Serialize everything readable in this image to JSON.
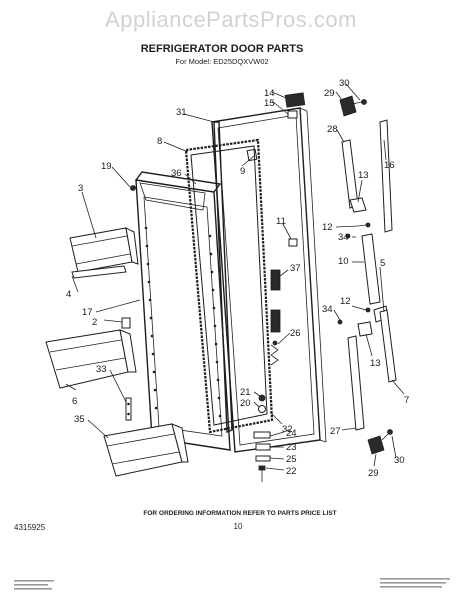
{
  "watermark": "AppliancePartsPros.com",
  "title": "REFRIGERATOR DOOR PARTS",
  "model_line": "For Model: ED25DQXVW02",
  "footer_note": "FOR ORDERING INFORMATION REFER TO PARTS PRICE LIST",
  "doc_number": "4315925",
  "page_number": "10",
  "callouts": {
    "c2": "2",
    "c3": "3",
    "c4": "4",
    "c5": "5",
    "c6": "6",
    "c7": "7",
    "c8": "8",
    "c9": "9",
    "c10": "10",
    "c11": "11",
    "c12a": "12",
    "c12b": "12",
    "c13a": "13",
    "c13b": "13",
    "c14": "14",
    "c15": "15",
    "c16": "16",
    "c17": "17",
    "c19": "19",
    "c20": "20",
    "c21": "21",
    "c22": "22",
    "c23": "23",
    "c24": "24",
    "c25": "25",
    "c26": "26",
    "c27": "27",
    "c28": "28",
    "c29a": "29",
    "c29b": "29",
    "c30a": "30",
    "c30b": "30",
    "c31": "31",
    "c32": "32",
    "c33": "33",
    "c34a": "34",
    "c34b": "34",
    "c35": "35",
    "c36": "36",
    "c37": "37"
  }
}
